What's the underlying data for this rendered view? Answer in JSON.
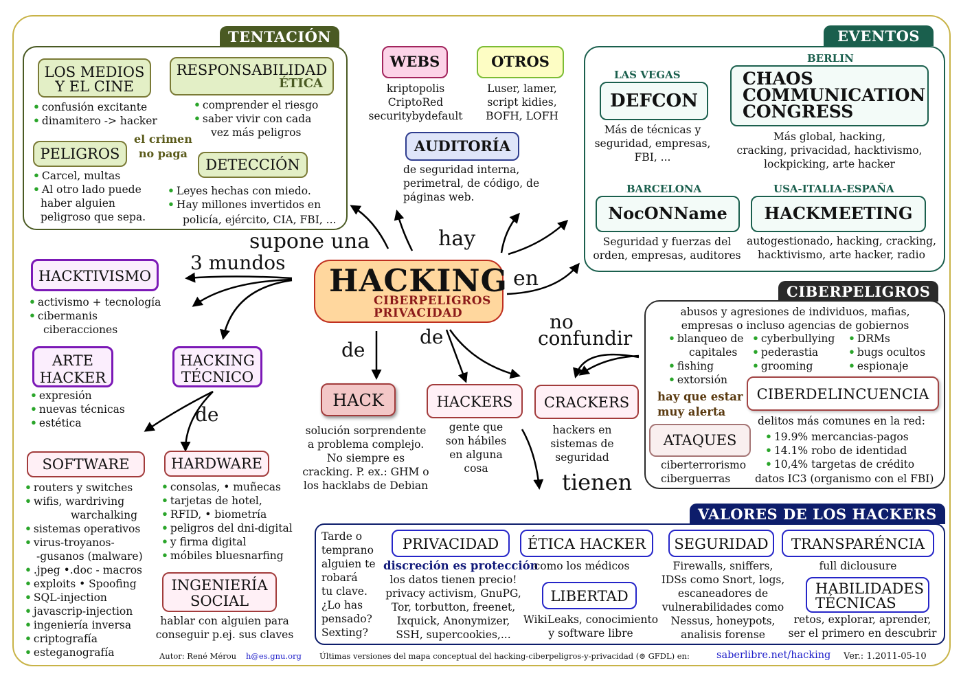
{
  "center": {
    "title": "HACKING",
    "sub1": "CIBERPELIGROS",
    "sub2": "PRIVACIDAD"
  },
  "connectors": {
    "supone": "supone una",
    "mundos": "3 mundos",
    "hay": "hay",
    "en": "en",
    "de1": "de",
    "de2": "de",
    "no": "no",
    "confundir": "confundir",
    "tienen": "tienen",
    "de3": "de"
  },
  "tentacion": {
    "tab": "TENTACIÓN",
    "medios": {
      "title1": "LOS MEDIOS",
      "title2": "Y EL CINE",
      "items": [
        "confusión excitante",
        "dinamitero -> hacker"
      ]
    },
    "responsabilidad": {
      "title1": "RESPONSABILIDAD",
      "title2": "ÉTICA",
      "items": [
        "comprender el riesgo",
        "saber vivir con cada"
      ],
      "cont": "vez más peligros"
    },
    "crimen1": "el crimen",
    "crimen2": "no paga",
    "peligros": {
      "title": "PELIGROS",
      "items": [
        "Carcel, multas",
        "Al otro lado puede"
      ],
      "cont1": "haber  alguien",
      "cont2": "peligroso que sepa."
    },
    "deteccion": {
      "title": "DETECCIÓN",
      "items": [
        "Leyes hechas con miedo.",
        "Hay millones invertidos en"
      ],
      "cont": "policía, ejército, CIA, FBI, ..."
    }
  },
  "webs": {
    "title": "WEBS",
    "lines": [
      "kriptopolis",
      "CriptoRed",
      "securitybydefault"
    ]
  },
  "otros": {
    "title": "OTROS",
    "lines": [
      "Luser, lamer,",
      "script kidies,",
      "BOFH, LOFH"
    ]
  },
  "auditoria": {
    "title": "AUDITORÍA",
    "lines": [
      "de seguridad interna,",
      "perimetral, de código, de",
      "páginas web."
    ]
  },
  "eventos": {
    "tab": "EVENTOS",
    "defcon": {
      "city": "LAS VEGAS",
      "title": "DEFCON",
      "lines": [
        "Más de técnicas y",
        "seguridad, empresas,",
        "FBI, ..."
      ]
    },
    "ccc": {
      "city": "BERLIN",
      "t1": "CHAOS",
      "t2": "COMMUNICATION",
      "t3": "CONGRESS",
      "lines": [
        "Más global, hacking,",
        "cracking, privacidad, hacktivismo,",
        "lockpicking, arte hacker"
      ]
    },
    "noconname": {
      "city": "BARCELONA",
      "title": "NocONName",
      "lines": [
        "Seguridad y fuerzas del",
        "orden, empresas, auditores"
      ]
    },
    "hackmeeting": {
      "city": "USA-ITALIA-ESPAÑA",
      "title": "HACKMEETING",
      "lines": [
        "autogestionado, hacking, cracking,",
        "hacktivismo, arte hacker, radio"
      ]
    }
  },
  "hacktivismo": {
    "title": "HACKTIVISMO",
    "items": [
      "activismo + tecnología",
      "cibermanis"
    ],
    "cont": "ciberacciones"
  },
  "arte": {
    "title1": "ARTE",
    "title2": "HACKER",
    "items": [
      "expresión",
      "nuevas técnicas",
      "estética"
    ]
  },
  "tecnico": {
    "title1": "HACKING",
    "title2": "TÉCNICO"
  },
  "software": {
    "title": "SOFTWARE",
    "lines": [
      {
        "b": true,
        "t": "routers y switches"
      },
      {
        "b": true,
        "t": "wifis, wardriving"
      },
      {
        "b": false,
        "t": "warchalking"
      },
      {
        "b": true,
        "t": "sistemas operativos"
      },
      {
        "b": true,
        "t": "virus-troyanos-"
      },
      {
        "b": false,
        "t": "-gusanos (malware)"
      },
      {
        "b": true,
        "t": ".jpeg  •.doc - macros"
      },
      {
        "b": true,
        "t": "exploits  • Spoofing"
      },
      {
        "b": true,
        "t": "SQL-injection"
      },
      {
        "b": true,
        "t": "javascrip-injection"
      },
      {
        "b": true,
        "t": "ingeniería inversa"
      },
      {
        "b": true,
        "t": "criptografía"
      },
      {
        "b": true,
        "t": "esteganografía"
      }
    ]
  },
  "hardware": {
    "title": "HARDWARE",
    "items": [
      "consolas, • muñecas",
      "tarjetas de hotel,",
      "RFID, • biometría",
      "peligros del dni-digital",
      "y firma digital",
      "móbiles bluesnarfing"
    ]
  },
  "ingenieria": {
    "title1": "INGENIERÍA",
    "title2": "SOCIAL",
    "lines": [
      "hablar con alguien para",
      "conseguir p.ej. sus claves"
    ]
  },
  "hack": {
    "title": "HACK",
    "lines": [
      "solución sorprendente",
      "a problema complejo.",
      "No siempre es",
      "cracking. P. ex.: GHM o",
      "los hacklabs de Debian"
    ]
  },
  "hackers": {
    "title": "HACKERS",
    "lines": [
      "gente que",
      "son hábiles",
      "en alguna",
      "cosa"
    ]
  },
  "crackers": {
    "title": "CRACKERS",
    "lines": [
      "hackers en",
      "sistemas de",
      "seguridad"
    ]
  },
  "ciberpeligros": {
    "tab": "CIBERPELIGROS",
    "intro": [
      "abusos y agresiones de individuos, mafias,",
      "empresas o incluso agencias de gobiernos"
    ],
    "col1": [
      "blanqueo de",
      "fishing",
      "extorsión"
    ],
    "col1cont": "capitales",
    "col2": [
      "cyberbullying",
      "pederastia",
      "grooming"
    ],
    "col3": [
      "DRMs",
      "bugs ocultos",
      "espionaje"
    ],
    "alerta1": "hay que estar",
    "alerta2": "muy alerta",
    "ciberdelincuencia": "CIBERDELINCUENCIA",
    "delitos": "delitos más comunes en la red:",
    "stats": [
      "19.9% mercancias-pagos",
      "14.1% robo de identidad",
      "10,4% targetas de crédito"
    ],
    "ic3": "datos IC3 (organismo con el FBI)",
    "ataques": {
      "title": "ATAQUES",
      "lines": [
        "ciberterrorismo",
        "ciberguerras"
      ]
    }
  },
  "valores": {
    "tab": "VALORES DE LOS HACKERS",
    "tarde": [
      "Tarde o",
      "temprano",
      "alguien te",
      "robará",
      "tu clave.",
      "¿Lo has",
      "pensado?",
      "Sexting?"
    ],
    "privacidad": {
      "title": "PRIVACIDAD",
      "head": "discreción es protección",
      "lines": [
        "los datos tienen precio!",
        "privacy activism, GnuPG,",
        "Tor, torbutton, freenet,",
        "Ixquick, Anonymizer,",
        "SSH, supercookies,..."
      ]
    },
    "etica": {
      "title": "ÉTICA HACKER",
      "line": "como los médicos"
    },
    "libertad": {
      "title": "LIBERTAD",
      "lines": [
        "WikiLeaks, conocimiento",
        "y software libre"
      ]
    },
    "seguridad": {
      "title": "SEGURIDAD",
      "lines": [
        "Firewalls, sniffers,",
        "IDSs como Snort, logs,",
        "escaneadores de",
        "vulnerabilidades como",
        "Nessus, honeypots,",
        "analisis forense"
      ]
    },
    "transparencia": {
      "title": "TRANSPARÉNCIA",
      "line": "full diclousure"
    },
    "habilidades": {
      "t1": "HABILIDADES",
      "t2": "TÉCNICAS",
      "lines": [
        "retos, explorar, aprender,",
        "ser el primero en descubrir"
      ]
    }
  },
  "footer": {
    "autor": "Autor: René Mérou",
    "email": "h@es.gnu.org",
    "ultimas": "Últimas versiones del mapa conceptual del hacking-ciberpeligros-y-privacidad (⊚ GFDL) en:",
    "url": "saberlibre.net/hacking",
    "ver": "Ver.: 1.2011-05-10"
  },
  "colors": {
    "olive": "#4a5a23",
    "teal": "#1a5f4d",
    "dark": "#2a2a2a",
    "navy": "#0d1d6b",
    "orange": "#ffd79e",
    "crimson": "#8b1a1a",
    "green_bullet": "#2aa52a"
  }
}
